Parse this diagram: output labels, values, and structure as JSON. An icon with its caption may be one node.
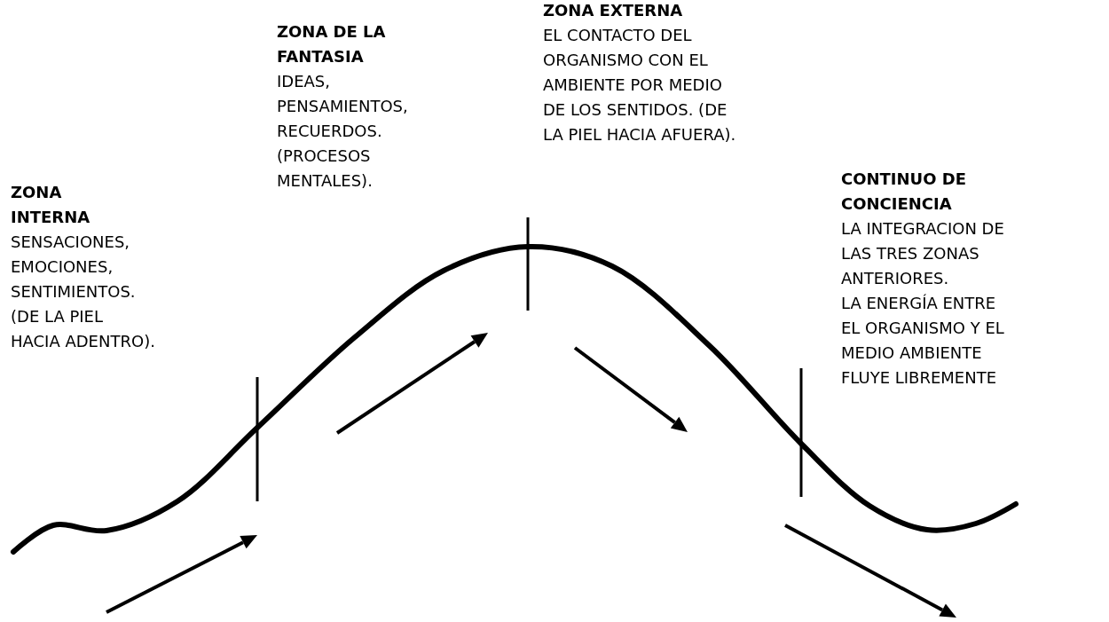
{
  "diagram": {
    "labels": [
      "ZONA INTERNA",
      "SENSACIONES, EMOCIONES, SENTIMIENTOS. (DE LA PIEL HACIA ADENTRO).",
      "ZONA DE LA FANTASIA",
      "IDEAS, PENSAMIENTOS, RECUERDOS. (PROCESOS MENTALES).",
      "ZONA EXTERNA",
      "EL CONTACTO DEL ORGANISMO CON EL AMBIENTE POR MEDIO DE LOS SENTIDOS. (DE LA PIEL HACIA AFUERA).",
      "CONTINUO DE CONCIENCIA",
      "LA INTEGRACION DE LAS TRES ZONAS ANTERIORES.",
      "LA ENERGÍA ENTRE EL ORGANISMO Y EL MEDIO AMBIENTE FLUYE LIBREMENTE"
    ]
  }
}
